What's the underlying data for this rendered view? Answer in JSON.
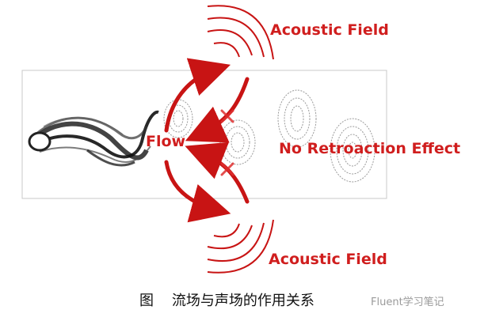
{
  "diagram": {
    "labels": {
      "acoustic_top": "Acoustic Field",
      "acoustic_bottom": "Acoustic Field",
      "flow": "Flow",
      "no_retroaction": "No Retroaction Effect"
    },
    "colors": {
      "accent_red": "#c81414",
      "label_red": "#d01e1e",
      "contour_grey": "#9a9a9a",
      "cylinder_white": "#ffffff"
    },
    "icons": [
      "cross-mark-icon",
      "arrow-icon"
    ]
  },
  "caption": {
    "figure_label": "图",
    "text": "流场与声场的作用关系"
  },
  "watermark": {
    "text": "Fluent学习笔记"
  }
}
